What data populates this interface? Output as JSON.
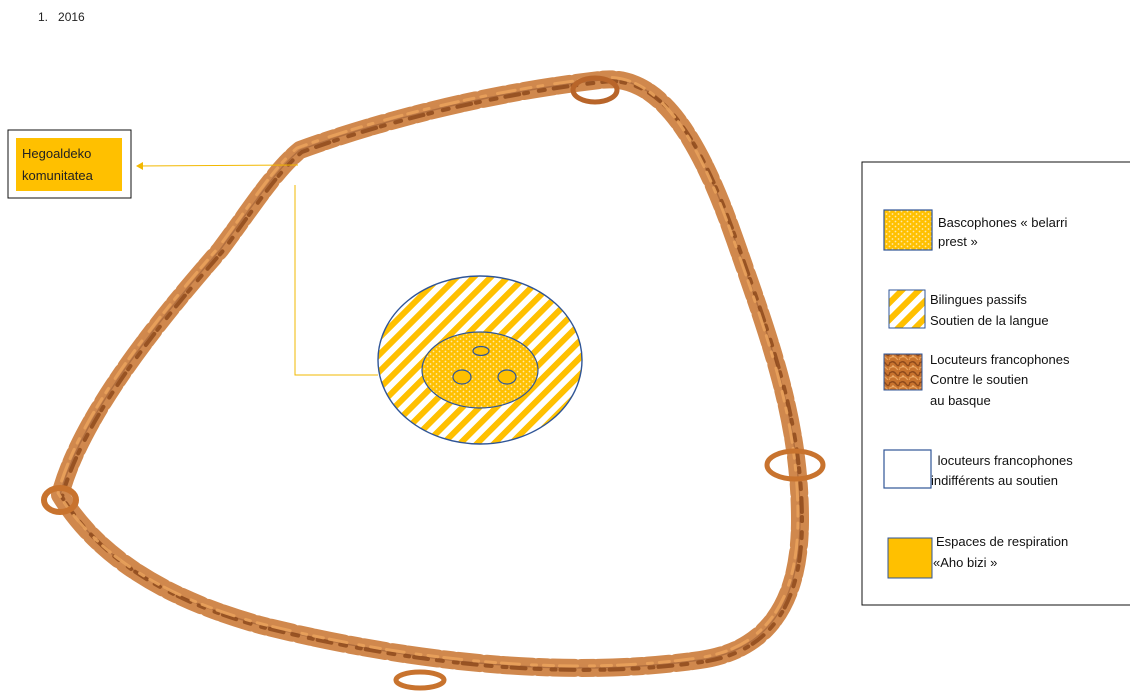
{
  "heading": {
    "number": "1.",
    "year": "2016"
  },
  "callout": {
    "line1": "Hegoaldeko",
    "line2": "komunitatea"
  },
  "legend": [
    {
      "key": "belarri",
      "line1": "Bascophones « belarri",
      "line2": "prest »",
      "line3": "",
      "swatch": "dots"
    },
    {
      "key": "bilingues",
      "line1": "Bilingues passifs",
      "line2": "Soutien de la langue",
      "line3": "",
      "swatch": "stripes"
    },
    {
      "key": "contre",
      "line1": "Locuteurs francophones",
      "line2": "Contre le soutien",
      "line3": "au  basque",
      "swatch": "texture"
    },
    {
      "key": "indifferents",
      "line1": " locuteurs francophones",
      "line2": "indifférents au soutien",
      "line3": "",
      "swatch": "empty"
    },
    {
      "key": "ahobizi",
      "line1": "Espaces de respiration",
      "line2": "«Aho bizi »",
      "line3": "",
      "swatch": "solid"
    }
  ],
  "colors": {
    "gold": "#FFC000",
    "gold_light": "#FFE38A",
    "copper": "#C8732E",
    "copper_dark": "#8E4A1C",
    "outline_blue": "#2F5597",
    "connector": "#F2B800"
  }
}
